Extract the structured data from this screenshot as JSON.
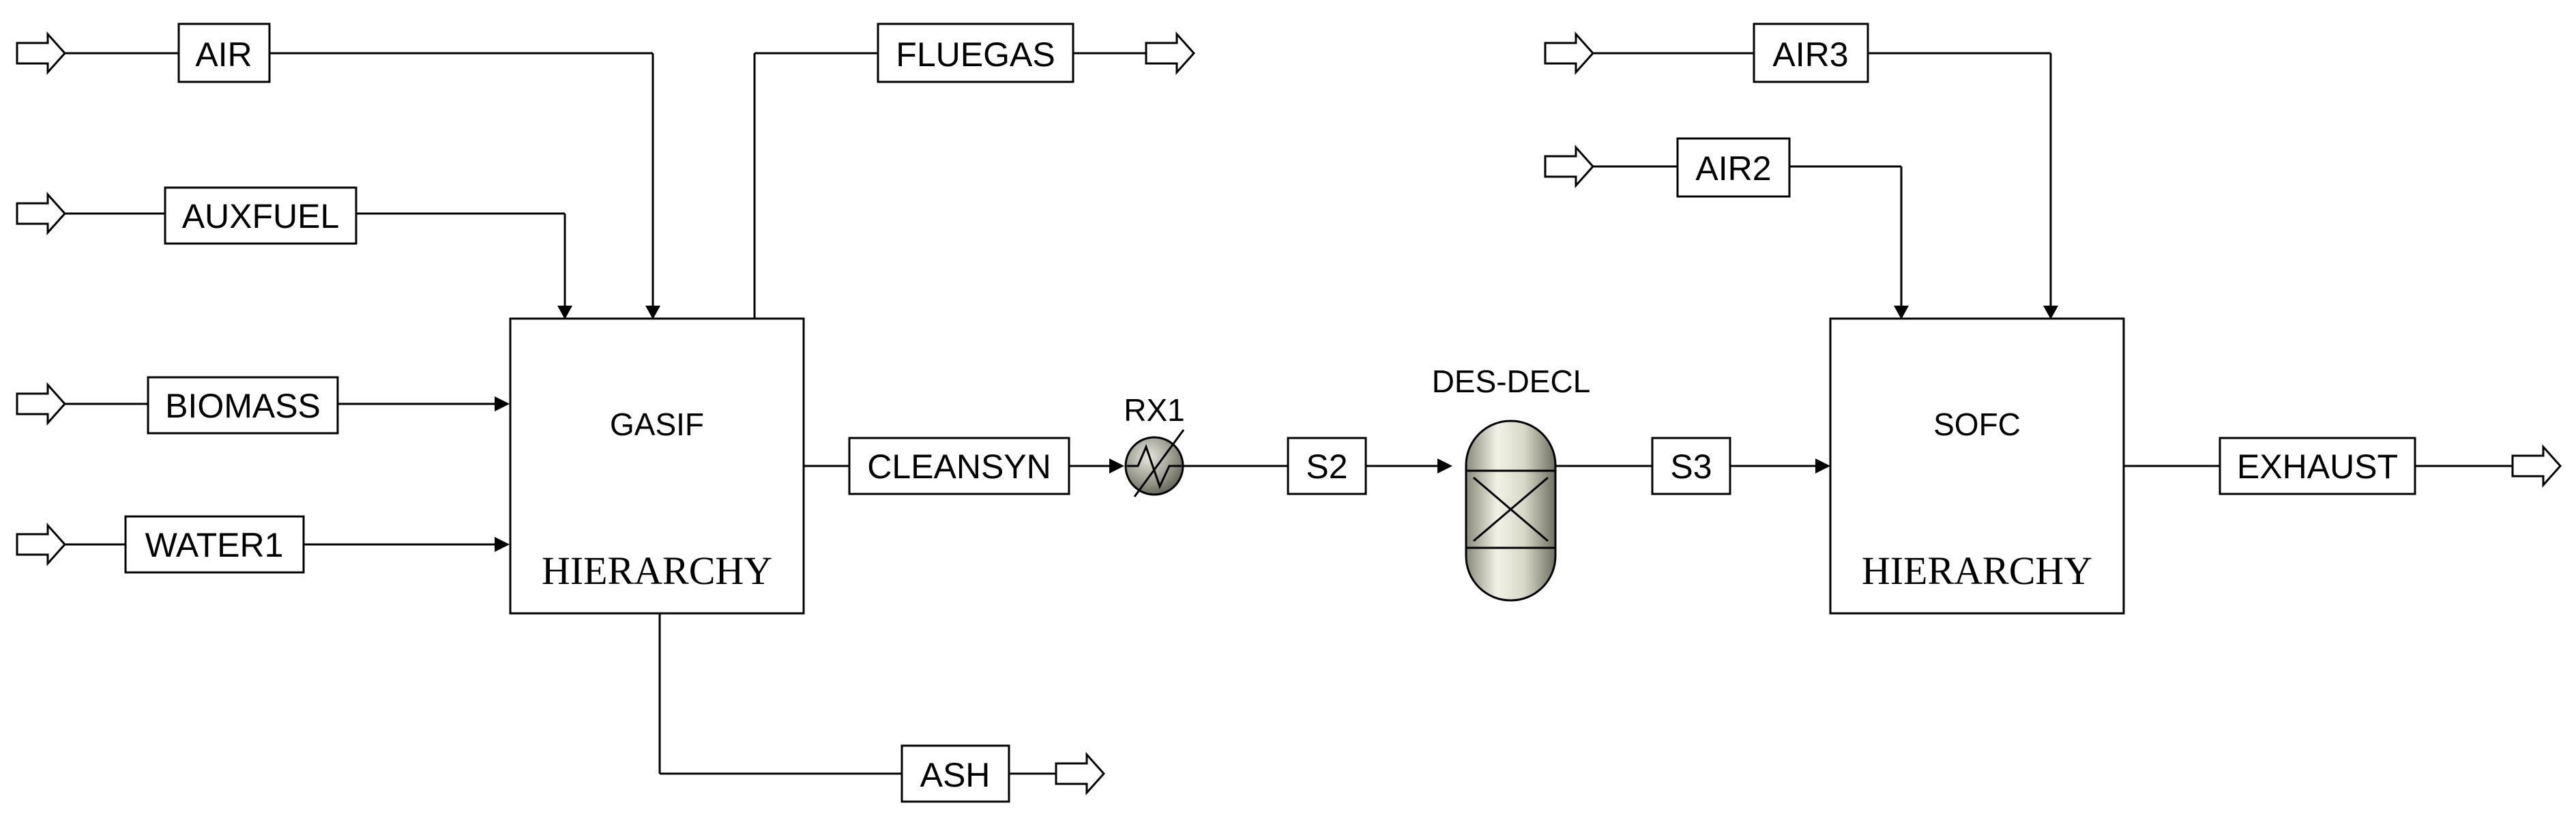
{
  "blocks": {
    "gasif": {
      "name": "GASIF",
      "type_label": "HIERARCHY"
    },
    "sofc": {
      "name": "SOFC",
      "type_label": "HIERARCHY"
    }
  },
  "units": {
    "rx1": {
      "name": "RX1"
    },
    "des_decl": {
      "name": "DES-DECL"
    }
  },
  "streams": {
    "air": "AIR",
    "auxfuel": "AUXFUEL",
    "biomass": "BIOMASS",
    "water1": "WATER1",
    "fluegas": "FLUEGAS",
    "ash": "ASH",
    "cleansyn": "CLEANSYN",
    "s2": "S2",
    "s3": "S3",
    "air3": "AIR3",
    "air2": "AIR2",
    "exhaust": "EXHAUST"
  }
}
